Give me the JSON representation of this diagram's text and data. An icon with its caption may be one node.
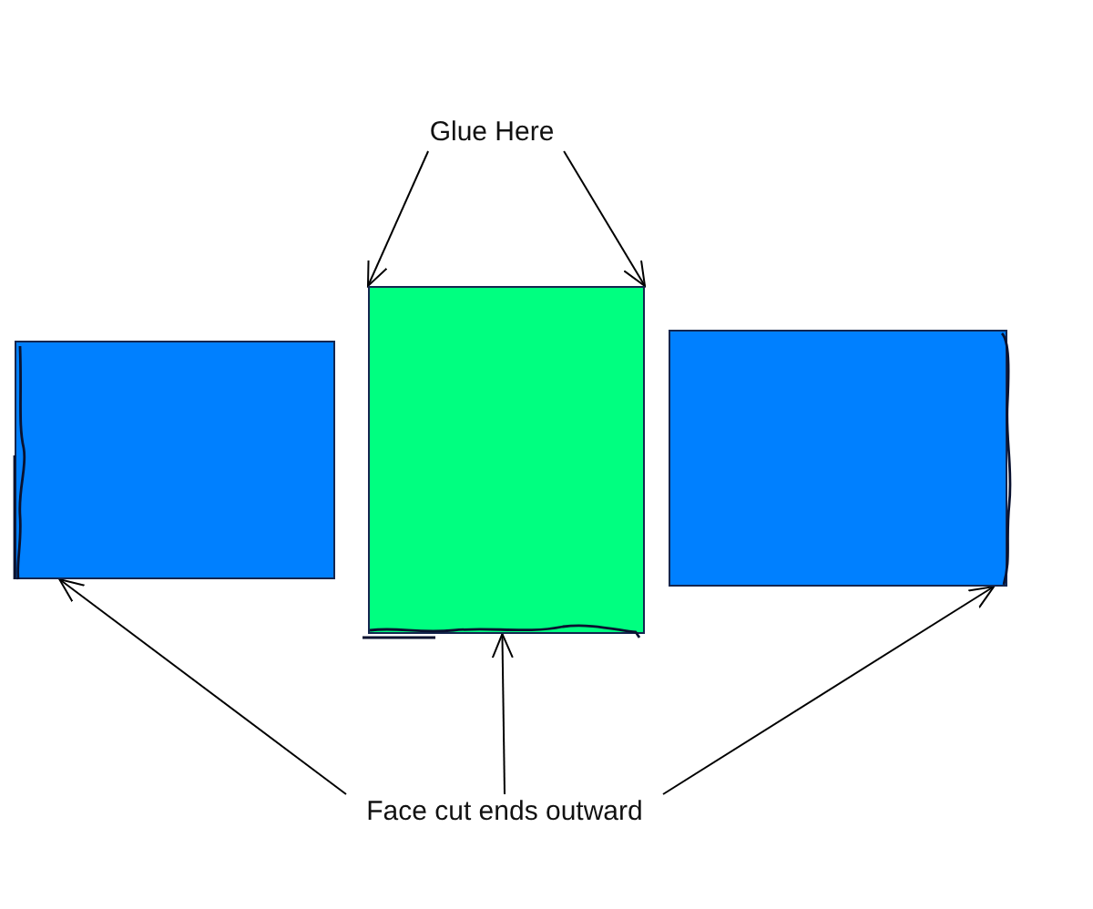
{
  "diagram": {
    "nodes": [
      {
        "text": [
          "Glue Here"
        ]
      },
      {
        "text": [],
        "shape": "box"
      },
      {
        "text": [],
        "shape": "box"
      },
      {
        "text": [],
        "shape": "box"
      },
      {
        "text": [
          "Face cut ends outward"
        ]
      }
    ],
    "edges": [
      {
        "from": 0,
        "to": 2,
        "arrow": "to"
      },
      {
        "from": 0,
        "to": 2,
        "arrow": "to"
      },
      {
        "from": 4,
        "to": 1,
        "arrow": "to"
      },
      {
        "from": 4,
        "to": 2,
        "arrow": "to"
      },
      {
        "from": 4,
        "to": 3,
        "arrow": "to"
      }
    ]
  }
}
